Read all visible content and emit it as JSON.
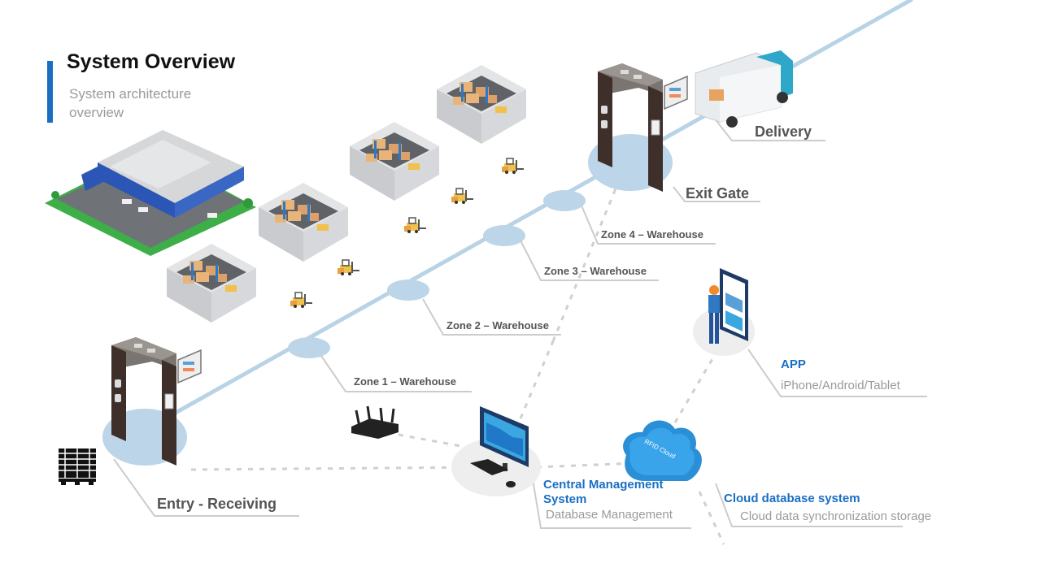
{
  "header": {
    "title": "System Overview",
    "subtitle": "System architecture overview"
  },
  "nodes": {
    "zone1": "Zone  1 – Warehouse",
    "zone2": "Zone 2 – Warehouse",
    "zone3": "Zone 3 – Warehouse",
    "zone4": "Zone 4 – Warehouse",
    "exit_gate": "Exit Gate",
    "delivery": "Delivery",
    "entry": "Entry  - Receiving",
    "app_title": "APP",
    "app_sub": "iPhone/Android/Tablet",
    "cms_title": "Central Management System",
    "cms_sub": "Database Management",
    "cloud_title": "Cloud database system",
    "cloud_sub": "Cloud data synchronization storage",
    "cloud_icon_text": "RFID Cloud"
  },
  "colors": {
    "accent": "#1a6fc3",
    "path": "#b9d3e6",
    "node": "#bcd5e8",
    "label_gray": "#555555",
    "sub_gray": "#9a9a9a"
  },
  "icons": [
    "warehouse-building-icon",
    "warehouse-room-icon",
    "forklift-icon",
    "rfid-gate-icon",
    "delivery-truck-icon",
    "pallet-icon",
    "router-icon",
    "computer-monitor-icon",
    "cloud-icon",
    "tablet-user-icon"
  ]
}
